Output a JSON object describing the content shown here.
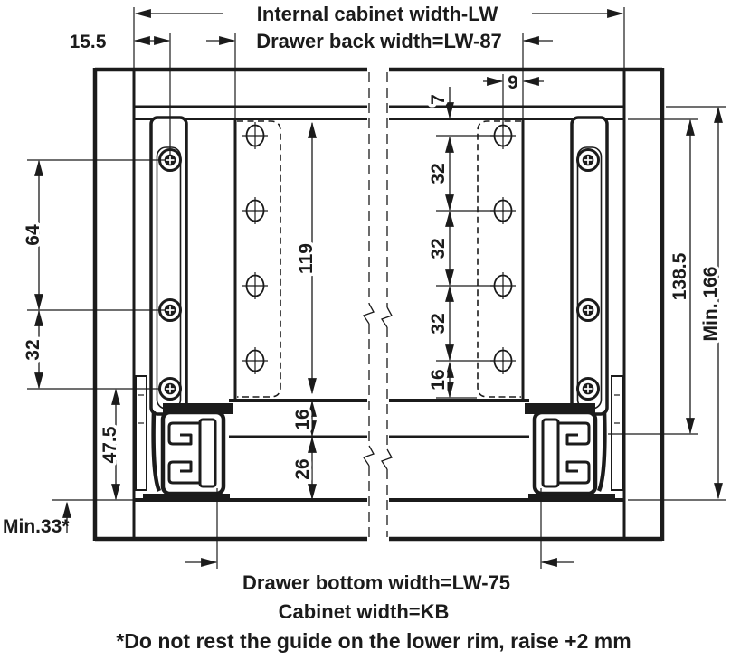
{
  "diagram": {
    "top_dims": {
      "internal_cabinet_width": "Internal cabinet width-LW",
      "drawer_back_width": "Drawer back width=LW-87",
      "side_offset": "15.5"
    },
    "left_dims": {
      "hole_spacing_64": "64",
      "hole_spacing_32": "32",
      "runner_height_47_5": "47.5",
      "min_bottom_clearance": "Min.33*"
    },
    "center_dims": {
      "back_panel_height_119": "119",
      "bottom_thickness_16": "16",
      "clearance_26": "26"
    },
    "right_panel_dims": {
      "top_offset_7": "7",
      "edge_offset_9": "9",
      "hole_pitch_a": "32",
      "hole_pitch_b": "32",
      "hole_pitch_c": "32",
      "bottom_offset_16": "16"
    },
    "right_dims": {
      "side_height_138_5": "138.5",
      "min_internal_height": "Min. 166"
    },
    "bottom_labels": {
      "drawer_bottom_width": "Drawer bottom width=LW-75",
      "cabinet_width": "Cabinet width=KB"
    },
    "footnote": "*Do not rest the guide on the lower rim, raise +2 mm",
    "colors": {
      "line": "#1b1b1b",
      "background": "#ffffff"
    }
  }
}
